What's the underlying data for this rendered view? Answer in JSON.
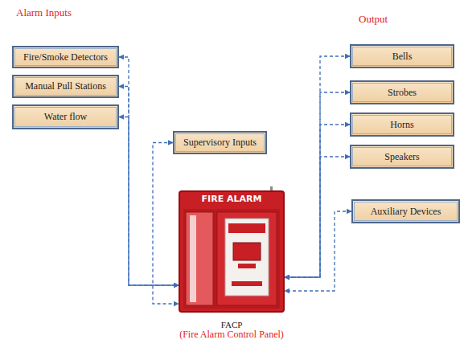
{
  "diagram": {
    "nodes": [
      {
        "text": [
          "Fire/Smoke Detectors"
        ]
      },
      {
        "text": [
          "Manual Pull Stations"
        ]
      },
      {
        "text": [
          "Water flow"
        ]
      },
      {
        "text": [
          "Supervisory Inputs"
        ]
      },
      {
        "text": [
          "Bells"
        ]
      },
      {
        "text": [
          "Strobes"
        ]
      },
      {
        "text": [
          "Horns"
        ]
      },
      {
        "text": [
          "Speakers"
        ]
      },
      {
        "text": [
          "Auxiliary Devices"
        ]
      },
      {
        "text": [
          "FIRE ALARM",
          "FACP",
          "(Fire Alarm Control Panel)"
        ]
      }
    ],
    "edges": [
      {
        "from": 0,
        "to": 9,
        "arrow": "both"
      },
      {
        "from": 1,
        "to": 9,
        "arrow": "both"
      },
      {
        "from": 2,
        "to": 9,
        "arrow": "both"
      },
      {
        "from": 3,
        "to": 9,
        "arrow": "both"
      },
      {
        "from": 4,
        "to": 9,
        "arrow": "both"
      },
      {
        "from": 5,
        "to": 9,
        "arrow": "both"
      },
      {
        "from": 6,
        "to": 9,
        "arrow": "both"
      },
      {
        "from": 7,
        "to": 9,
        "arrow": "both"
      },
      {
        "from": 8,
        "to": 9,
        "arrow": "both"
      }
    ],
    "labels": [
      "Alarm Inputs",
      "Output"
    ]
  }
}
